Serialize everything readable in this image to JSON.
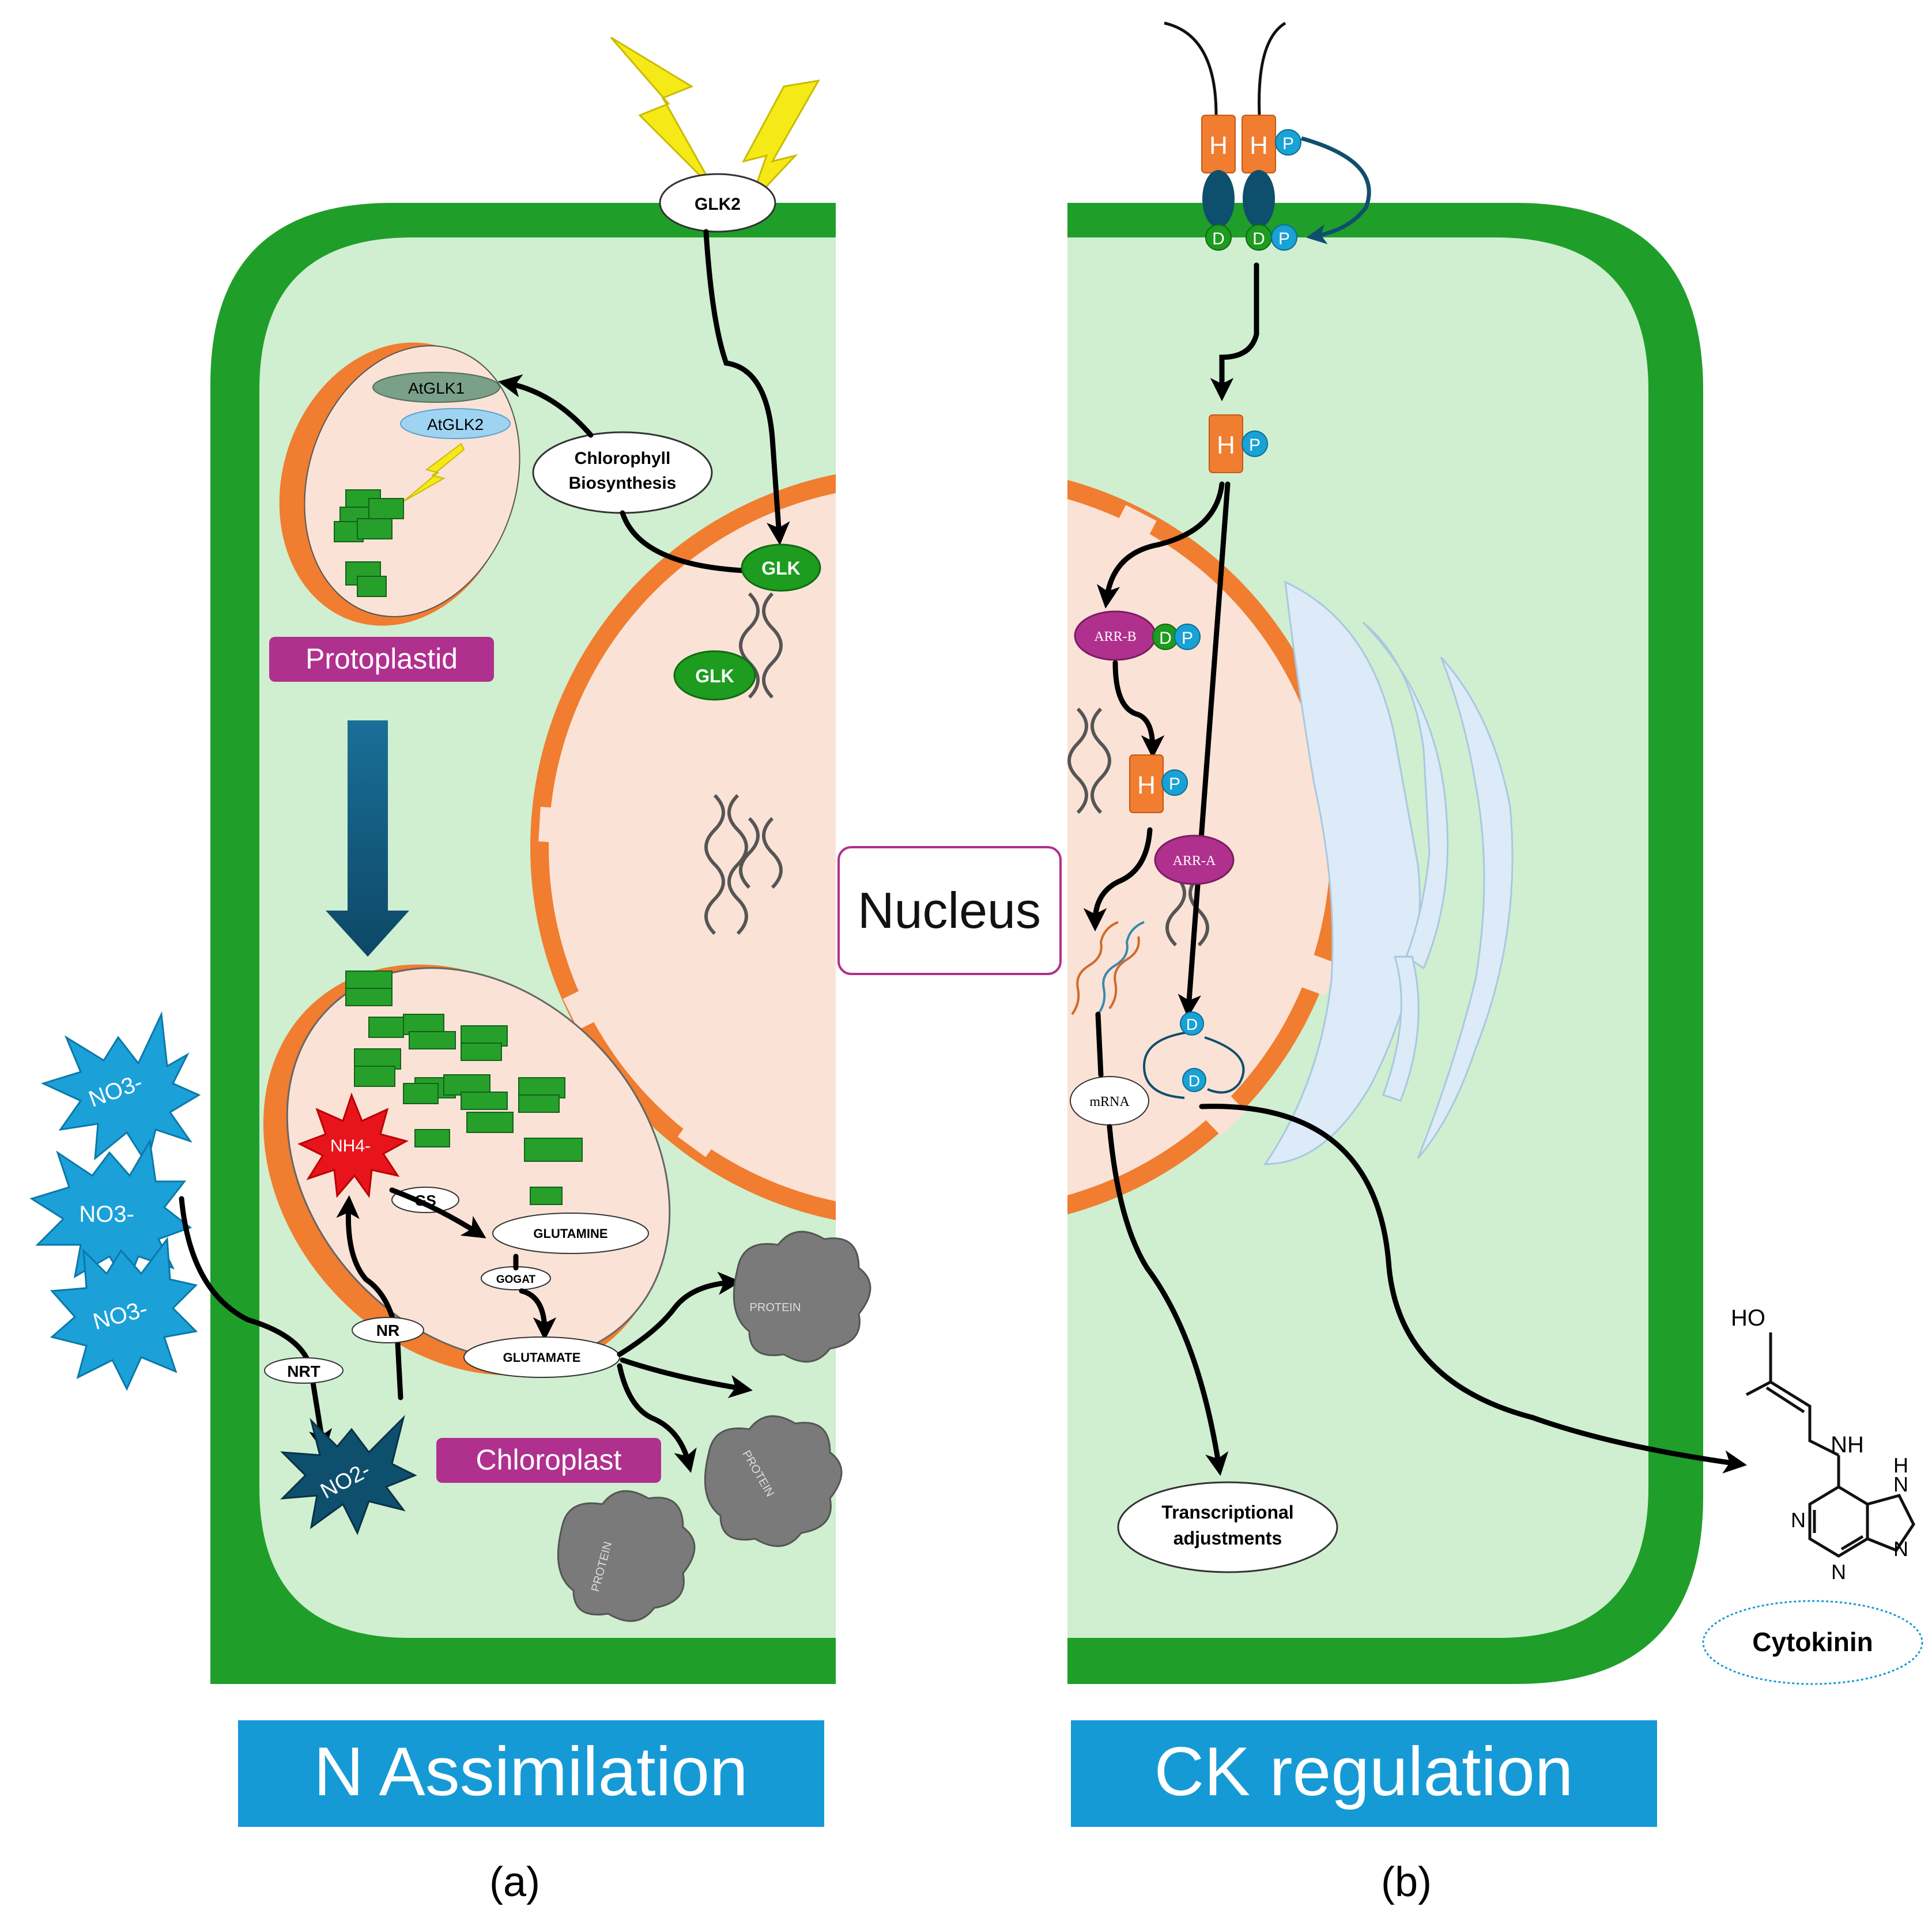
{
  "panel_a": {
    "GLK2_top": "GLK2",
    "AtGLK1": "AtGLK1",
    "AtGLK2": "AtGLK2",
    "chlorophyll_line1": "Chlorophyll",
    "chlorophyll_line2": "Biosynthesis",
    "GLK_1": "GLK",
    "GLK_2": "GLK",
    "protoplastid": "Protoplastid",
    "NO3_1": "NO3-",
    "NO3_2": "NO3-",
    "NO3_3": "NO3-",
    "NH4": "NH4-",
    "GS": "GS",
    "glutamine": "GLUTAMINE",
    "GOGAT": "GOGAT",
    "glutamate": "GLUTAMATE",
    "NR": "NR",
    "NRT": "NRT",
    "NO2": "NO2-",
    "chloroplast": "Chloroplast",
    "protein_1": "PROTEIN",
    "protein_2": "PROTEIN",
    "protein_3": "PROTEIN",
    "banner": "N Assimilation",
    "caption": "(a)"
  },
  "center": {
    "nucleus": "Nucleus"
  },
  "panel_b": {
    "H1": "H",
    "H2": "H",
    "P_top": "P",
    "D1": "D",
    "D2": "D",
    "P_mid": "P",
    "H_mid": "H",
    "P_hmid": "P",
    "arr_b": "ARR-B",
    "arrb_D": "D",
    "arrb_P": "P",
    "H_low": "H",
    "P_hlow": "P",
    "arr_a": "ARR-A",
    "D_cycle1": "D",
    "D_cycle2": "D",
    "mrna": "mRNA",
    "trans_line1": "Transcriptional",
    "trans_line2": "adjustments",
    "HO": "HO",
    "NH": "NH",
    "N1": "N",
    "N2": "N",
    "N3": "N",
    "N4": "N",
    "Hring": "H",
    "cytokinin": "Cytokinin",
    "banner": "CK regulation",
    "caption": "(b)"
  },
  "colors": {
    "cell_wall": "#1f9e2a",
    "cytoplasm": "#cfefd0",
    "nucleus_fill": "#fbe2d6",
    "orange": "#f07d30",
    "banner": "#159ad6",
    "magenta": "#b0308e",
    "nitrate_blue": "#1ba0d8",
    "nh4_red": "#e8141c",
    "no2_navy": "#0f4f6e",
    "er_blue": "#dcebf7"
  }
}
